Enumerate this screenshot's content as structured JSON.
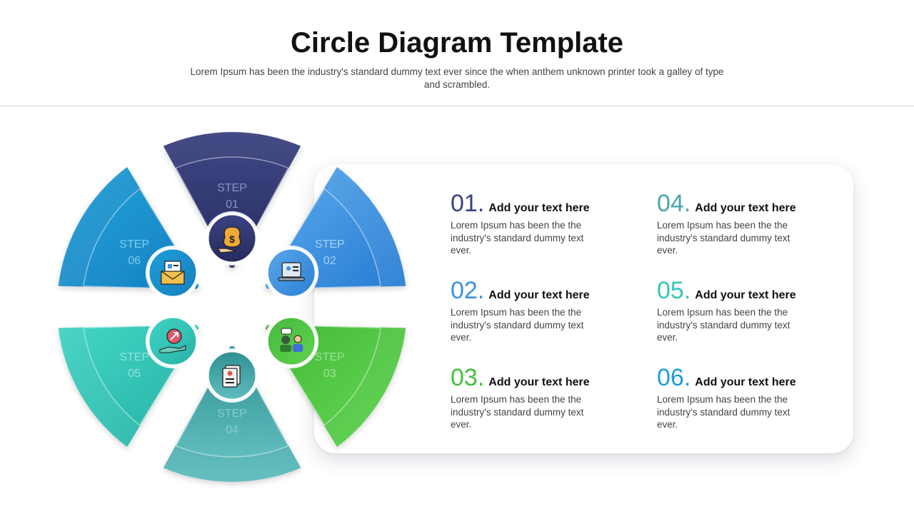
{
  "header": {
    "title": "Circle Diagram Template",
    "subtitle": "Lorem Ipsum has been the industry's standard dummy text ever since the when anthem unknown printer took a galley of type and scrambled."
  },
  "colors": {
    "step01": "#3b4380",
    "step02": "#3d92df",
    "step03": "#44c13a",
    "step04": "#4aa6a8",
    "step05": "#34c7b8",
    "step06": "#1d9fd8"
  },
  "diagram": {
    "segments": [
      {
        "step": "STEP",
        "num": "01",
        "icon": "money-bag-hand-icon"
      },
      {
        "step": "STEP",
        "num": "02",
        "icon": "laptop-profile-icon"
      },
      {
        "step": "STEP",
        "num": "03",
        "icon": "meeting-chat-icon"
      },
      {
        "step": "STEP",
        "num": "04",
        "icon": "document-report-icon"
      },
      {
        "step": "STEP",
        "num": "05",
        "icon": "hand-growth-icon"
      },
      {
        "step": "STEP",
        "num": "06",
        "icon": "envelope-letter-icon"
      }
    ]
  },
  "items": [
    {
      "num": "01.",
      "heading": "Add your text here",
      "body": "Lorem Ipsum has been the the industry's standard dummy text ever."
    },
    {
      "num": "02.",
      "heading": "Add your text here",
      "body": "Lorem Ipsum has been the the industry's standard dummy text ever."
    },
    {
      "num": "03.",
      "heading": "Add your text here",
      "body": "Lorem Ipsum has been the the industry's standard dummy text ever."
    },
    {
      "num": "04.",
      "heading": "Add your text here",
      "body": "Lorem Ipsum has been the the industry's standard dummy text ever."
    },
    {
      "num": "05.",
      "heading": "Add your text here",
      "body": "Lorem Ipsum has been the the industry's standard dummy text ever."
    },
    {
      "num": "06.",
      "heading": "Add your text here",
      "body": "Lorem Ipsum has been the the industry's standard dummy text ever."
    }
  ]
}
